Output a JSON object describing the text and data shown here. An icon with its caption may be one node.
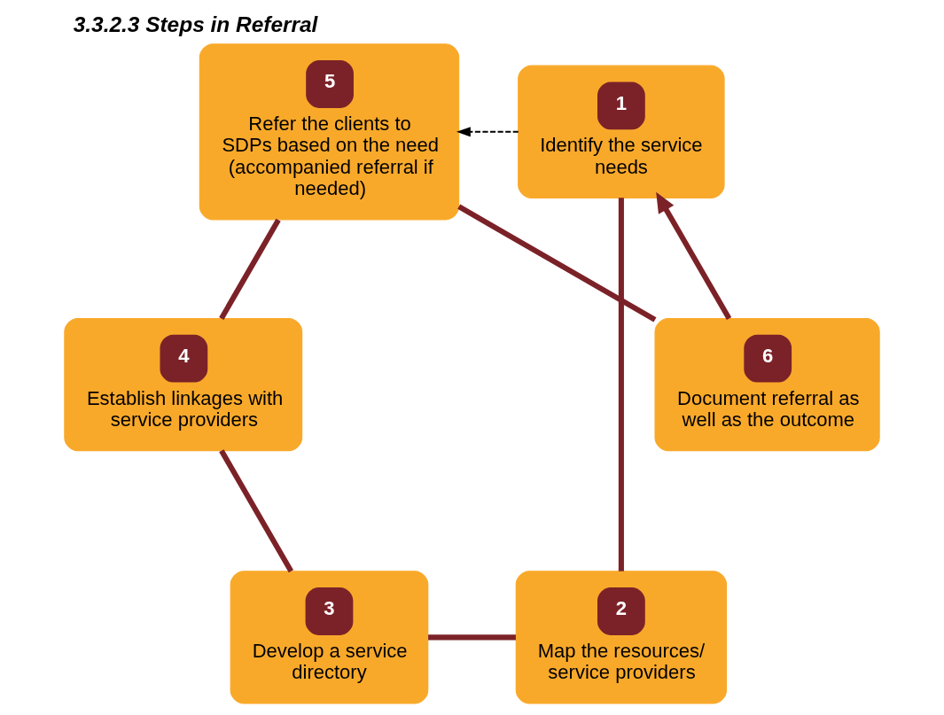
{
  "diagram": {
    "title": "3.3.2.3 Steps in Referral",
    "nodes": [
      {
        "text": [
          "1",
          "Identify the service needs"
        ]
      },
      {
        "text": [
          "2",
          "Map the resources/ service providers"
        ]
      },
      {
        "text": [
          "3",
          "Develop a service directory"
        ]
      },
      {
        "text": [
          "4",
          "Establish linkages with service providers"
        ]
      },
      {
        "text": [
          "5",
          "Refer the clients to SDPs based on the need (accompanied referral if needed)"
        ]
      },
      {
        "text": [
          "6",
          "Document referral as well as the outcome"
        ]
      }
    ],
    "edges": [
      {
        "from": 0,
        "to": 1,
        "arrow": "none"
      },
      {
        "from": 1,
        "to": 2,
        "arrow": "none"
      },
      {
        "from": 2,
        "to": 3,
        "arrow": "none"
      },
      {
        "from": 3,
        "to": 4,
        "arrow": "none"
      },
      {
        "from": 4,
        "to": 5,
        "arrow": "none"
      },
      {
        "from": 5,
        "to": 0,
        "arrow": "to"
      },
      {
        "from": 0,
        "to": 4,
        "arrow": "to",
        "style": "dashed",
        "color": "#000000"
      }
    ]
  }
}
